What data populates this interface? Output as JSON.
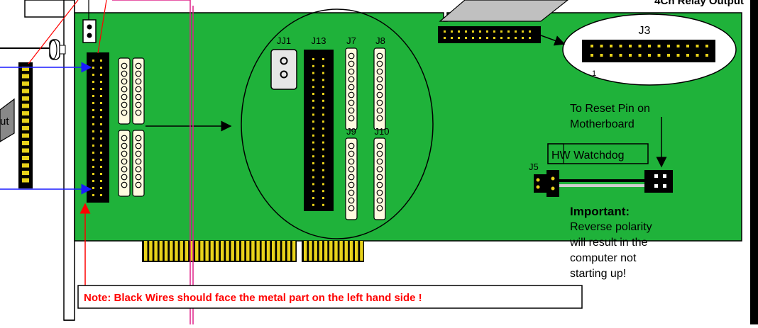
{
  "labels": {
    "header_cut": "4Ch Relay Output",
    "j3": "J3",
    "j3_pin1": "1",
    "jj1": "JJ1",
    "j13": "J13",
    "j7": "J7",
    "j8": "J8",
    "j9": "J9",
    "j10": "J10",
    "j5": "J5",
    "left_cut": "ut",
    "reset_line1": "To Reset Pin on",
    "reset_line2": "Motherboard",
    "watchdog": "HW Watchdog",
    "important_title": "Important:",
    "important_lines": [
      "Reverse polarity",
      "will result in the",
      "computer not",
      "starting up!"
    ],
    "note": "Note: Black Wires should face the metal part on the left hand side !"
  },
  "colors": {
    "board": "#1fb23a",
    "note_text": "#ff0000",
    "blue_arrow": "#1a1aff",
    "red_wire": "#ff0000",
    "pink_wire": "#e0208a",
    "gold": "#e8d21a",
    "black": "#000000",
    "cream": "#fffbe0"
  }
}
